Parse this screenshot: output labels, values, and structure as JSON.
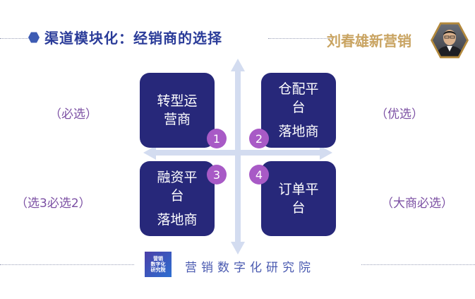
{
  "header": {
    "title": "渠道模块化：经销商的选择",
    "brand": "刘春雄新营销"
  },
  "quadrants": [
    {
      "number": "1",
      "line1": "转型运",
      "line2": "营商",
      "line3": ""
    },
    {
      "number": "2",
      "line1": "仓配平",
      "line2": "台",
      "line3": "落地商"
    },
    {
      "number": "3",
      "line1": "融资平",
      "line2": "台",
      "line3": "落地商"
    },
    {
      "number": "4",
      "line1": "订单平",
      "line2": "台",
      "line3": ""
    }
  ],
  "side_labels": {
    "top_left": "（必选）",
    "top_right": "（优选）",
    "bottom_left": "（选3必选2）",
    "bottom_right": "（大商必选）"
  },
  "footer": {
    "logo_line1": "营销",
    "logo_line2": "数字化",
    "logo_line3": "研究院",
    "text": "营销数字化研究院"
  },
  "colors": {
    "box": "#27287a",
    "number_circle": "#a85ac6",
    "title": "#2b3c99",
    "brand": "#c9a462",
    "axis": "#d3dcf0",
    "side_label": "#7b4fa3"
  }
}
